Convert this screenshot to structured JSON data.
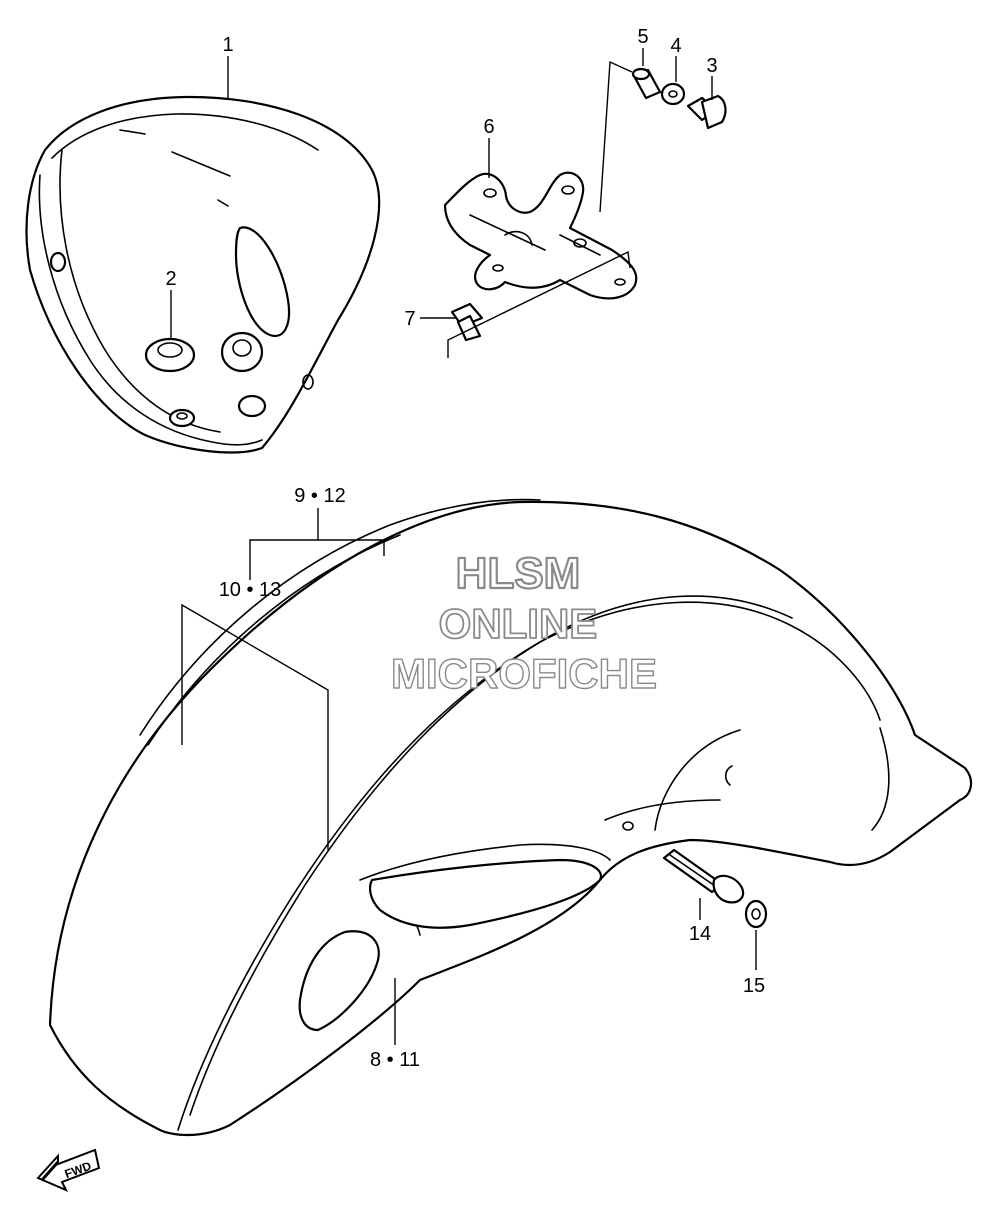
{
  "callouts": {
    "c1": "1",
    "c2": "2",
    "c3": "3",
    "c4": "4",
    "c5": "5",
    "c6": "6",
    "c7": "7",
    "c9_12": "9 • 12",
    "c10_13": "10 • 13",
    "c14": "14",
    "c15": "15",
    "c8_11": "8 • 11"
  },
  "watermark": {
    "line1": "HLSM",
    "line2": "ONLINE",
    "line3": "MICROFICHE",
    "color": "#8a8a8a"
  },
  "direction_badge": {
    "text": "FWD",
    "icon": "forward-arrow-icon"
  }
}
